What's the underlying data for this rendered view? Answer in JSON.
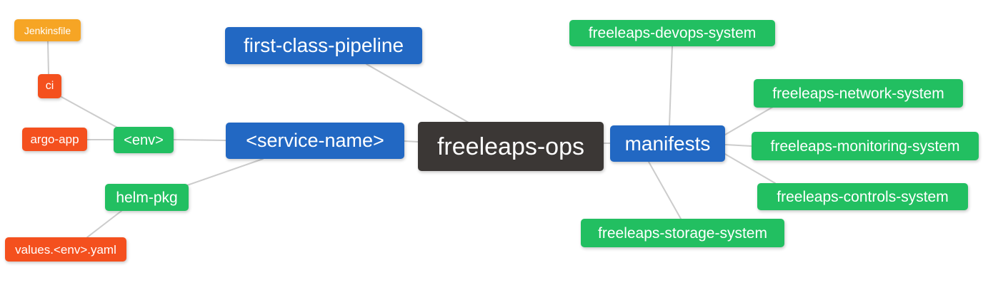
{
  "diagram": {
    "type": "mindmap",
    "root_label": "freeleaps-ops",
    "colors": {
      "root_node": "#3b3735",
      "branch_node": "#2268c3",
      "green_node": "#22bf61",
      "red_node": "#f4501e",
      "amber_node": "#f6a525",
      "edge_line": "#cccccc",
      "node_text": "#ffffff",
      "background": "#ffffff"
    },
    "nodes": [
      {
        "id": "jenkinsfile",
        "label": "Jenkinsfile",
        "color": "amber"
      },
      {
        "id": "ci",
        "label": "ci",
        "color": "red"
      },
      {
        "id": "argo-app",
        "label": "argo-app",
        "color": "red"
      },
      {
        "id": "env",
        "label": "<env>",
        "color": "green"
      },
      {
        "id": "first-class-pipeline",
        "label": "first-class-pipeline",
        "color": "blue"
      },
      {
        "id": "service-name",
        "label": "<service-name>",
        "color": "blue"
      },
      {
        "id": "freeleaps-ops",
        "label": "freeleaps-ops",
        "color": "dark"
      },
      {
        "id": "manifests",
        "label": "manifests",
        "color": "blue"
      },
      {
        "id": "helm-pkg",
        "label": "helm-pkg",
        "color": "green"
      },
      {
        "id": "values-env-yaml",
        "label": "values.<env>.yaml",
        "color": "red"
      },
      {
        "id": "freeleaps-devops-system",
        "label": "freeleaps-devops-system",
        "color": "green"
      },
      {
        "id": "freeleaps-network-system",
        "label": "freeleaps-network-system",
        "color": "green"
      },
      {
        "id": "freeleaps-monitoring-system",
        "label": "freeleaps-monitoring-system",
        "color": "green"
      },
      {
        "id": "freeleaps-controls-system",
        "label": "freeleaps-controls-system",
        "color": "green"
      },
      {
        "id": "freeleaps-storage-system",
        "label": "freeleaps-storage-system",
        "color": "green"
      }
    ],
    "edges": [
      {
        "from": "freeleaps-ops",
        "to": "first-class-pipeline"
      },
      {
        "from": "freeleaps-ops",
        "to": "<service-name>"
      },
      {
        "from": "freeleaps-ops",
        "to": "manifests"
      },
      {
        "from": "<service-name>",
        "to": "<env>"
      },
      {
        "from": "<service-name>",
        "to": "helm-pkg"
      },
      {
        "from": "<env>",
        "to": "ci"
      },
      {
        "from": "<env>",
        "to": "argo-app"
      },
      {
        "from": "ci",
        "to": "Jenkinsfile"
      },
      {
        "from": "helm-pkg",
        "to": "values.<env>.yaml"
      },
      {
        "from": "manifests",
        "to": "freeleaps-devops-system"
      },
      {
        "from": "manifests",
        "to": "freeleaps-network-system"
      },
      {
        "from": "manifests",
        "to": "freeleaps-monitoring-system"
      },
      {
        "from": "manifests",
        "to": "freeleaps-controls-system"
      },
      {
        "from": "manifests",
        "to": "freeleaps-storage-system"
      }
    ]
  }
}
